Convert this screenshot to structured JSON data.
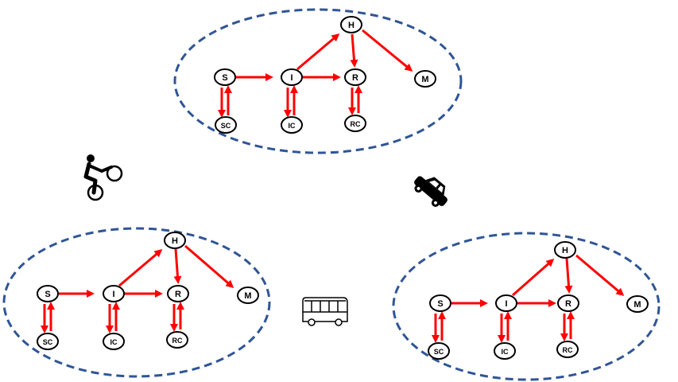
{
  "colors": {
    "background": "#ffffff",
    "cluster_border": "#2f5597",
    "arrow": "#ff0000",
    "node_fill": "#ffffff",
    "node_stroke": "#000000",
    "icon": "#000000"
  },
  "node_labels": {
    "S": "S",
    "I": "I",
    "R": "R",
    "H": "H",
    "M": "M",
    "SC": "SC",
    "IC": "IC",
    "RC": "RC"
  },
  "clusters": [
    {
      "name": "top-compartment-group"
    },
    {
      "name": "bottom-left-compartment-group"
    },
    {
      "name": "bottom-right-compartment-group"
    }
  ],
  "transport_icons": [
    {
      "icon": "bicycle-icon"
    },
    {
      "icon": "car-icon"
    },
    {
      "icon": "bus-icon"
    }
  ]
}
